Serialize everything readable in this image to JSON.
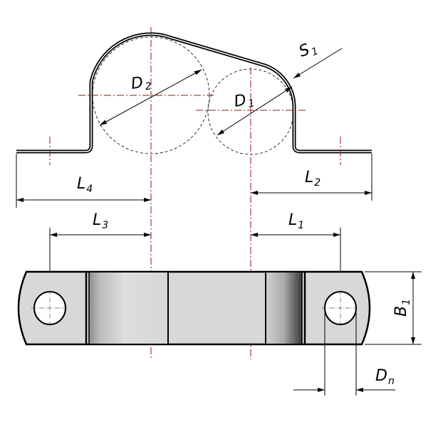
{
  "labels": {
    "D2": {
      "main": "D",
      "sub": "2"
    },
    "D1": {
      "main": "D",
      "sub": "1"
    },
    "S1": {
      "main": "S",
      "sub": "1"
    },
    "L4": {
      "main": "L",
      "sub": "4"
    },
    "L2": {
      "main": "L",
      "sub": "2"
    },
    "L3": {
      "main": "L",
      "sub": "3"
    },
    "L1": {
      "main": "L",
      "sub": "1"
    },
    "B1": {
      "main": "B",
      "sub": "1"
    },
    "Dn": {
      "main": "D",
      "sub": "n"
    }
  },
  "colors": {
    "centerline": "#8b1a1a",
    "part_fill": "#d8d8d8"
  }
}
